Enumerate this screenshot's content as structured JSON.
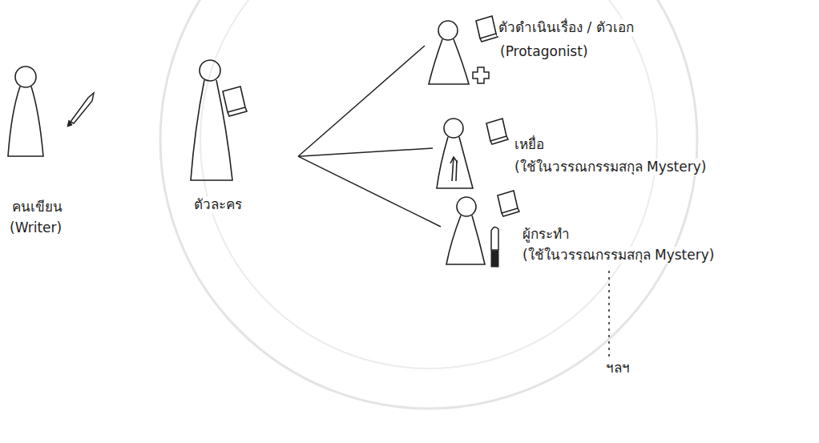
{
  "diagram": {
    "nodes": [
      {
        "text": [
          "คนเขียน",
          "(Writer)"
        ]
      },
      {
        "text": [
          "ตัวละคร"
        ]
      },
      {
        "text": [
          "ตัวดำเนินเรื่อง / ตัวเอก",
          "(Protagonist)"
        ]
      },
      {
        "text": [
          "เหยื่อ",
          "(ใช้ในวรรณกรรมสกุล Mystery)"
        ]
      },
      {
        "text": [
          "ผู้กระทำ",
          "(ใช้ในวรรณกรรมสกุล Mystery)"
        ]
      },
      {
        "text": [
          "ฯลฯ"
        ]
      }
    ],
    "edges": [
      {
        "from": 1,
        "to": 2,
        "arrow": "none"
      },
      {
        "from": 1,
        "to": 3,
        "arrow": "none"
      },
      {
        "from": 1,
        "to": 4,
        "arrow": "none"
      },
      {
        "from": 4,
        "to": 5,
        "arrow": "none"
      }
    ]
  }
}
